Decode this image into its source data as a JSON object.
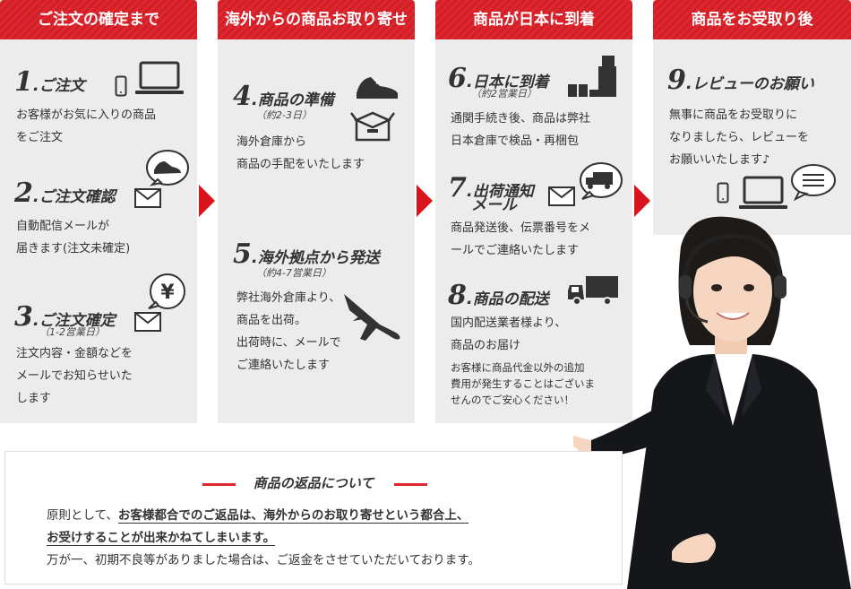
{
  "columns": [
    {
      "title": "ご注文の確定まで"
    },
    {
      "title": "海外からの商品お取り寄せ"
    },
    {
      "title": "商品が日本に到着"
    },
    {
      "title": "商品をお受取り後"
    }
  ],
  "steps": [
    {
      "num": "1",
      "title": "ご注文",
      "sub": "",
      "text": "お客様がお気に入りの商品\nをご注文"
    },
    {
      "num": "2",
      "title": "ご注文確認",
      "sub": "",
      "text": "自動配信メールが\n届きます(注文未確定)"
    },
    {
      "num": "3",
      "title": "ご注文確定",
      "sub": "（1-2営業日）",
      "text": "注文内容・金額などを\nメールでお知らせいた\nします"
    },
    {
      "num": "4",
      "title": "商品の準備",
      "sub": "（約2-3日）",
      "text": "海外倉庫から\n商品の手配をいたします"
    },
    {
      "num": "5",
      "title": "海外拠点から発送",
      "sub": "（約4-7営業日）",
      "text": "弊社海外倉庫より、\n商品を出荷。\n出荷時に、メールで\nご連絡いたします"
    },
    {
      "num": "6",
      "title": "日本に到着",
      "sub": "（約2営業日）",
      "text": "通関手続き後、商品は弊社\n日本倉庫で検品・再梱包"
    },
    {
      "num": "7",
      "title": "出荷通知",
      "title2": "メール",
      "sub": "",
      "text": "商品発送後、伝票番号をメ\nールでご連絡いたします"
    },
    {
      "num": "8",
      "title": "商品の配送",
      "sub": "",
      "text": "国内配送業者様より、\n商品のお届け",
      "note": "お客様に商品代金以外の追加\n費用が発生することはございま\nせんのでご安心ください！"
    },
    {
      "num": "9",
      "title": "レビューのお願い",
      "sub": "",
      "text": "無事に商品をお受取りに\nなりましたら、レビューを\nお願いいたします♪"
    }
  ],
  "returns": {
    "title": "商品の返品について",
    "line1_pre": "原則として、",
    "line1_bold": "お客様都合でのご返品は、海外からのお取り寄せという都合上、",
    "line2_bold": "お受けすることが出来かねてしまいます。",
    "line3": "万が一、初期不良等がありました場合は、ご返金をさせていただいております。"
  },
  "icons": {
    "yen_symbol": "¥",
    "step1": [
      "smartphone-icon",
      "laptop-icon"
    ],
    "step2": [
      "sneaker-bubble-icon",
      "mail-icon"
    ],
    "step3": [
      "yen-bubble-icon",
      "mail-icon"
    ],
    "step4": [
      "sneaker-icon",
      "box-icon"
    ],
    "step5": [
      "airplane-icon"
    ],
    "step6": [
      "warehouse-icon"
    ],
    "step7": [
      "mail-icon",
      "truck-bubble-icon"
    ],
    "step8": [
      "truck-icon"
    ],
    "step9": [
      "smartphone-icon",
      "laptop-icon",
      "chat-bubble-icon"
    ]
  },
  "colors": {
    "accent": "#e0262e",
    "panel": "#ececec",
    "text": "#333333"
  }
}
